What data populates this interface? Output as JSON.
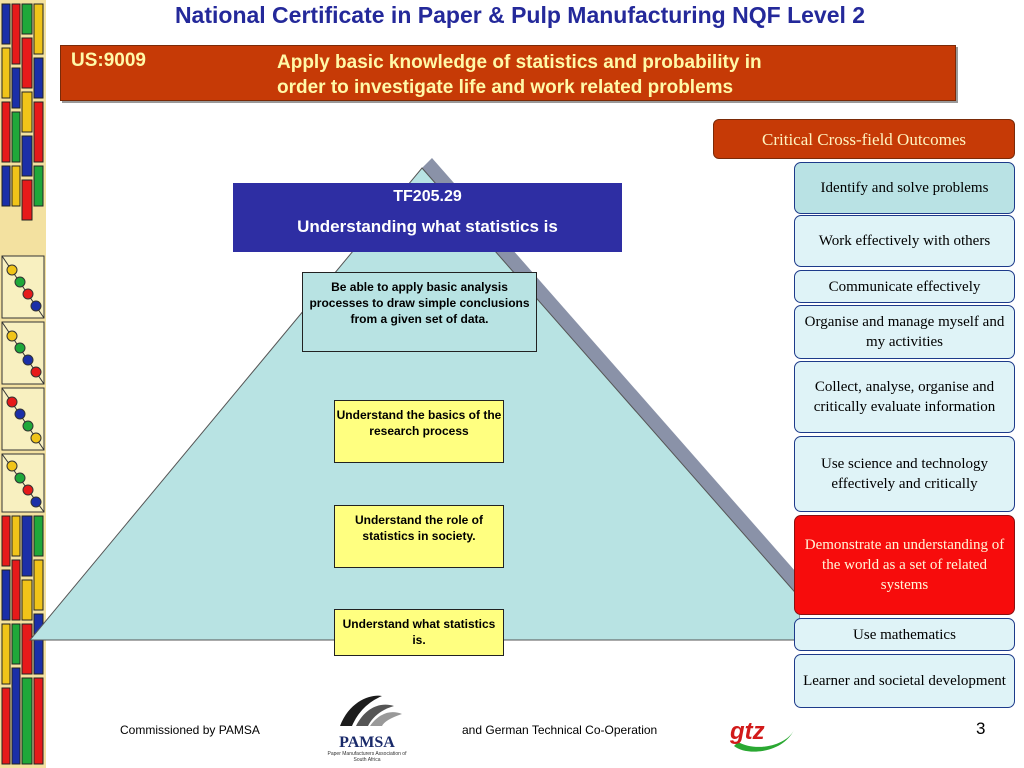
{
  "title": "National Certificate in Paper & Pulp Manufacturing NQF Level 2",
  "unit": {
    "code": "US:9009",
    "line1": "Apply basic knowledge of statistics and probability in",
    "line2": "order to investigate life and work related problems"
  },
  "pyramid": {
    "header_code": "TF205.29",
    "header_text": "Understanding what statistics is",
    "boxes": [
      "Be able to apply basic analysis processes to draw simple conclusions from a given set of data.",
      "Understand the basics of the research process",
      "Understand the role of statistics in society.",
      "Understand what statistics is."
    ]
  },
  "cco": {
    "header": "Critical Cross-field Outcomes",
    "items": [
      "Identify and solve problems",
      "Work effectively with others",
      "Communicate effectively",
      "Organise and manage myself and my activities",
      "Collect, analyse, organise and critically evaluate information",
      "Use science and technology effectively and critically",
      "Demonstrate an understanding of the world as a set of related systems",
      "Use mathematics",
      "Learner and societal development"
    ]
  },
  "footer": {
    "commissioned": "Commissioned by PAMSA",
    "pamsa_logo": "PAMSA",
    "pamsa_sub": "Paper Manufacturers Association of South Africa",
    "partner": "and German Technical Co-Operation",
    "gtz_logo": "gtz",
    "page": "3"
  },
  "colors": {
    "title": "#24299a",
    "banner": "#c63a06",
    "banner_text": "#fff9a8",
    "tf_box": "#2e2ea3",
    "pyramid": "#b8e3e3",
    "highlight": "#f70c0c"
  }
}
